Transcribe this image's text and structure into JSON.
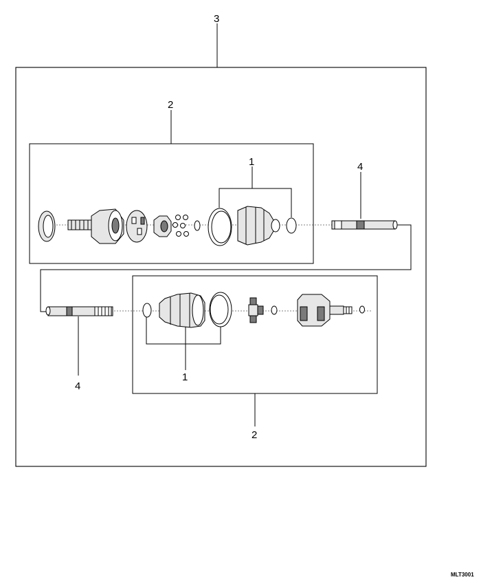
{
  "callouts": {
    "kit_outer": "3",
    "upper_joint_kit": "2",
    "upper_boot_kit": "1",
    "upper_shaft": "4",
    "lower_shaft": "4",
    "lower_boot_kit": "1",
    "lower_joint_kit": "2"
  },
  "figure_code": "MLT3001"
}
